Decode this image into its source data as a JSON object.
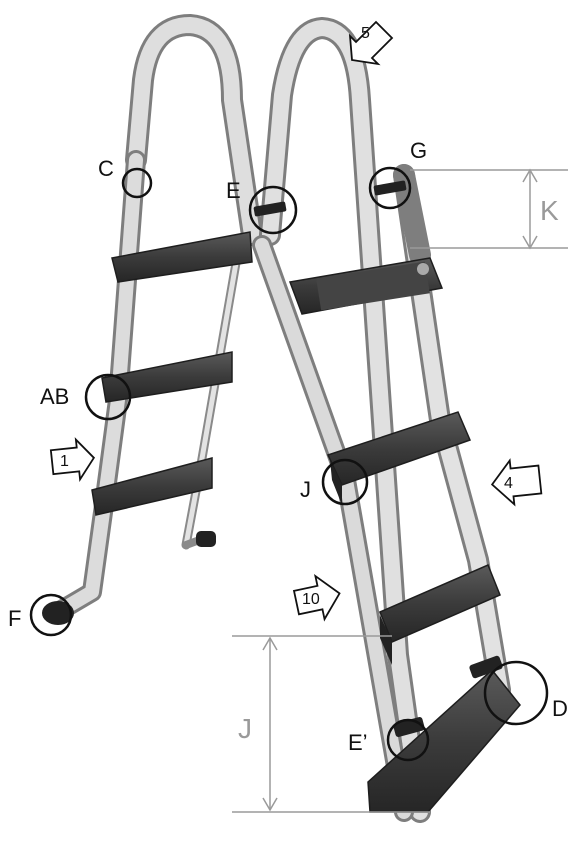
{
  "labels": {
    "c": "C",
    "e": "E",
    "g": "G",
    "k": "K",
    "ab": "AB",
    "j_upper": "J",
    "f": "F",
    "d": "D",
    "j_lower": "J",
    "e_prime": "E’"
  },
  "arrows": {
    "a1": "1",
    "a4": "4",
    "a5": "5",
    "a10": "10"
  },
  "colors": {
    "rail": "#d4d4d4",
    "rail_edge": "#8a8a8a",
    "step": "#3a3a3a",
    "step_edge": "#1e1e1e",
    "dim_line": "#9a9a9a",
    "callout": "#111111"
  }
}
